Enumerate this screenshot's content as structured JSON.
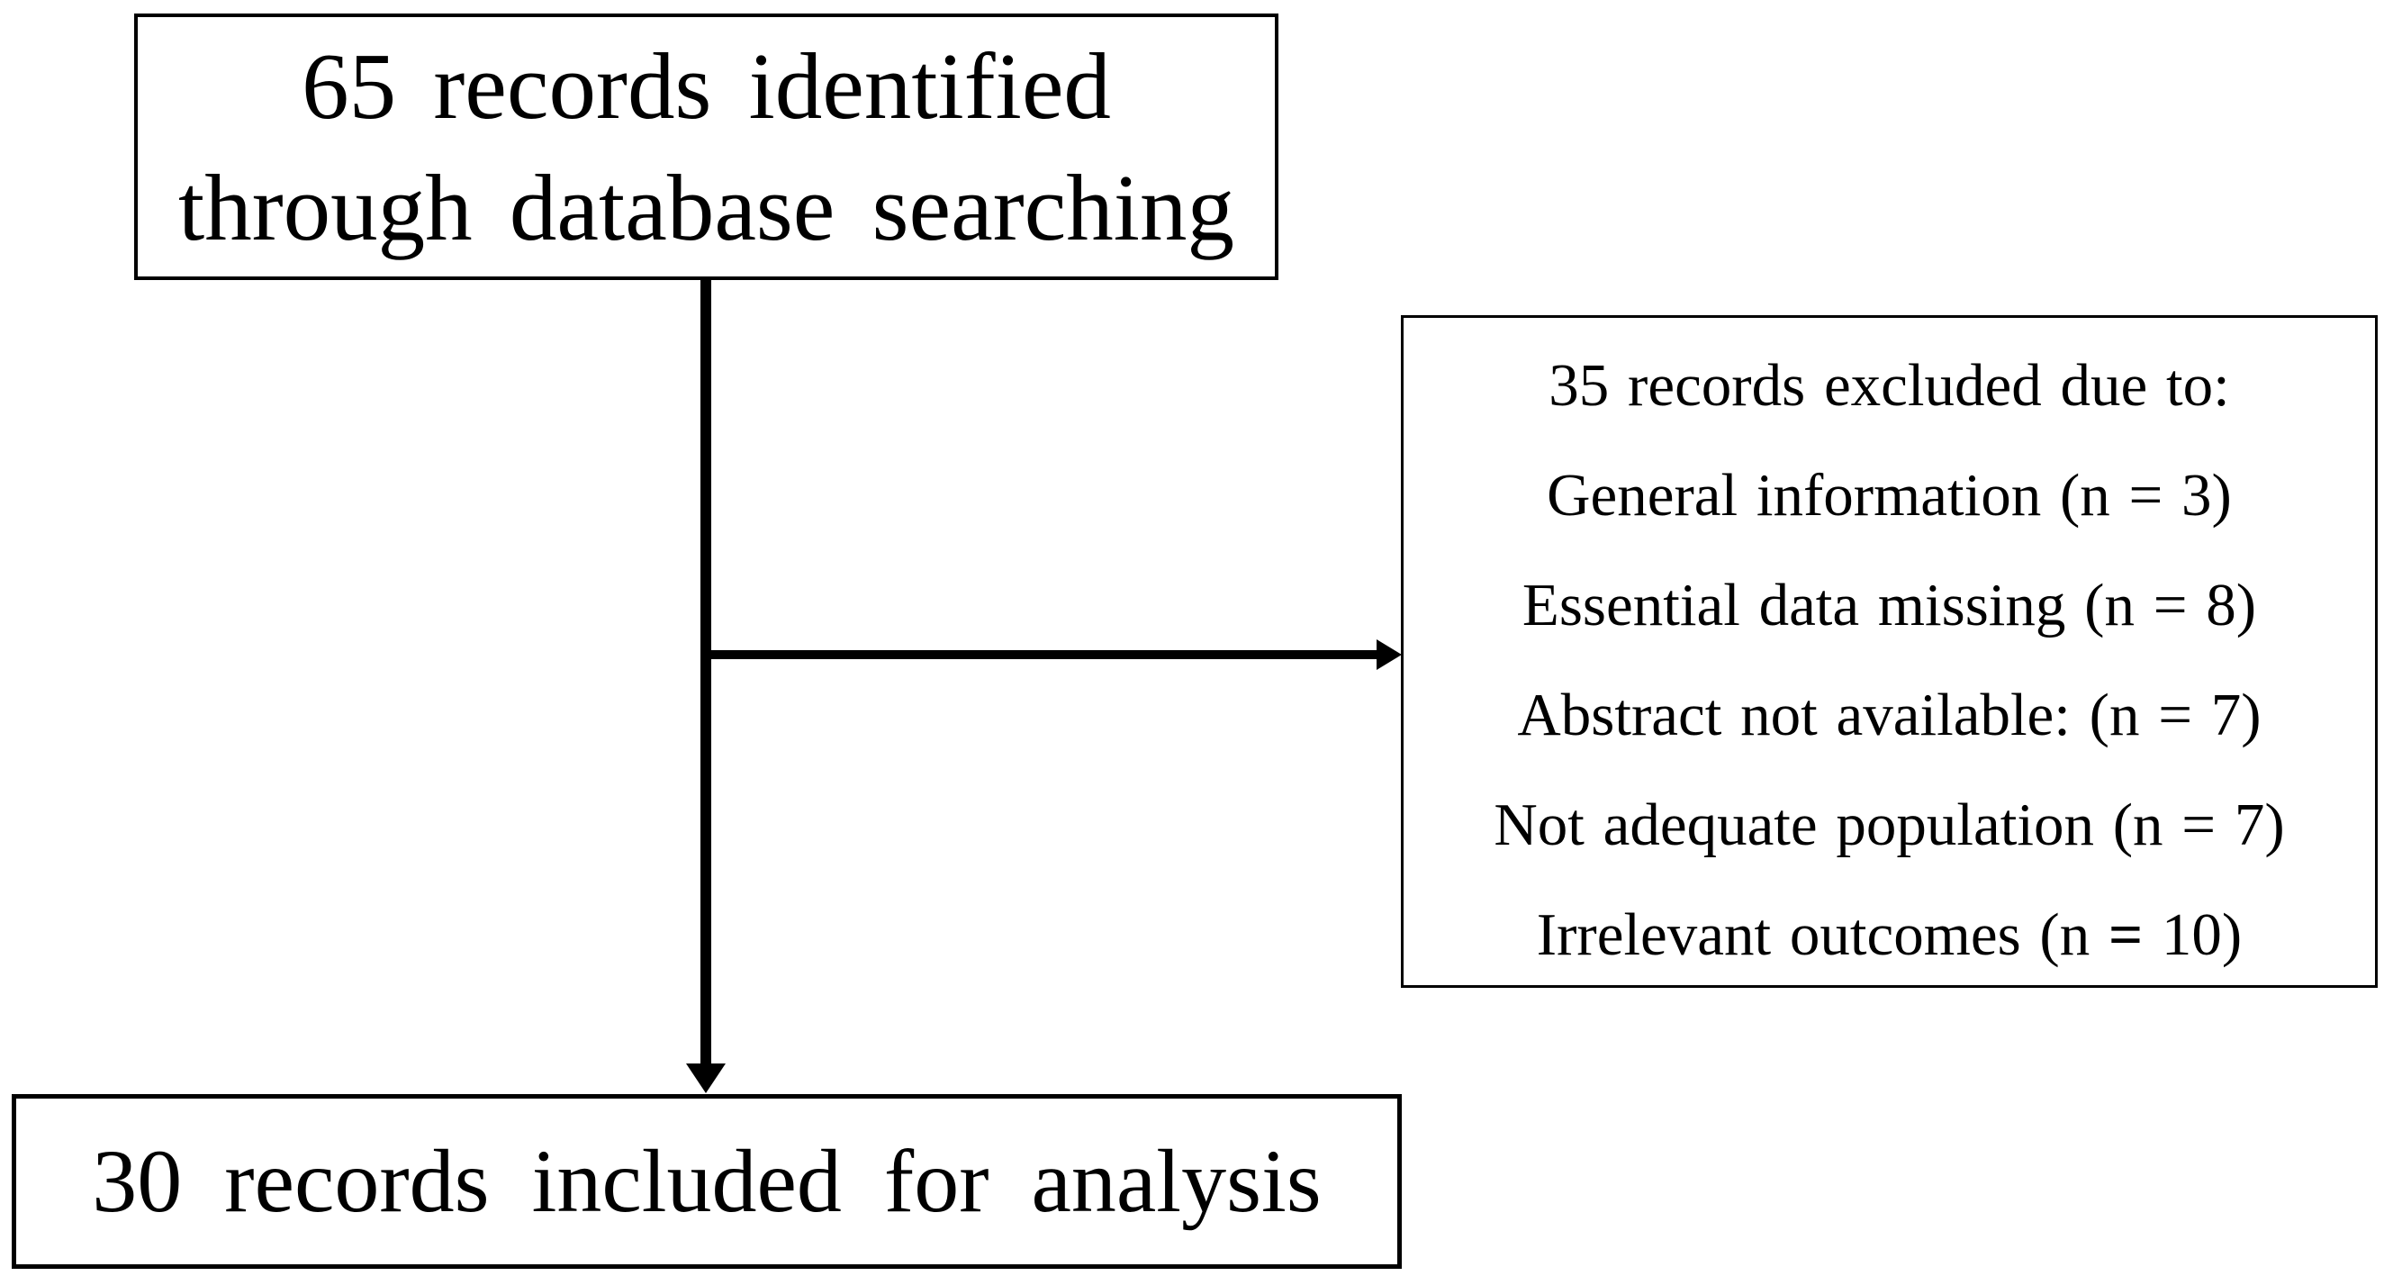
{
  "diagram": {
    "colors": {
      "ink": "#000000",
      "background": "#ffffff"
    },
    "counts": {
      "records_identified": 65,
      "records_excluded": 35,
      "records_included": 30
    },
    "top_box": {
      "lines": [
        "65 records identified",
        "through database searching"
      ]
    },
    "exclusion_box": {
      "title": "35 records excluded due to:",
      "items": [
        {
          "text": "General information (n = 3)",
          "n": 3
        },
        {
          "text": "Essential data missing (n = 8)",
          "n": 8
        },
        {
          "text": "Abstract not available: (n = 7)",
          "n": 7
        },
        {
          "text": "Not adequate population (n = 7)",
          "n": 7
        },
        {
          "text": "Irrelevant outcomes (n = 10)",
          "n": 10,
          "bold_equals": true
        }
      ]
    },
    "bottom_box": {
      "text": "30 records included for analysis"
    }
  }
}
